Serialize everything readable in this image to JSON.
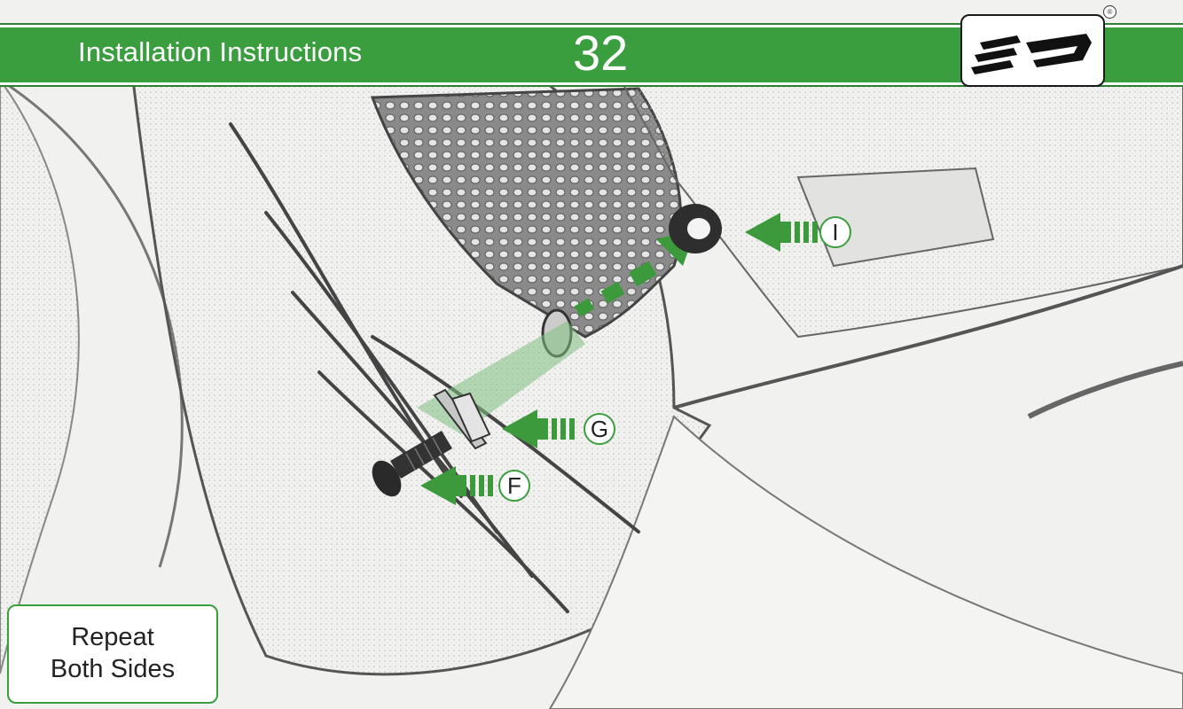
{
  "header": {
    "title": "Installation Instructions",
    "step_number": "32",
    "brand_logo": "ep-logo-icon",
    "registered_mark": "®"
  },
  "callouts": [
    {
      "letter": "I"
    },
    {
      "letter": "G"
    },
    {
      "letter": "F"
    }
  ],
  "note": {
    "line1": "Repeat",
    "line2": "Both Sides"
  },
  "colors": {
    "accent_green": "#3a9e3f",
    "arrow_green": "#3c9a3c",
    "sketch_gray": "#9a9a9a"
  }
}
